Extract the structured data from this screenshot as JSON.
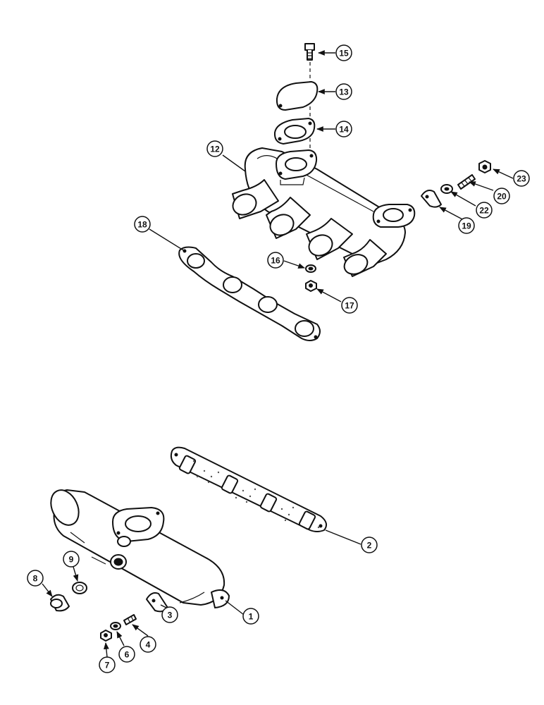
{
  "diagram": {
    "upper_assembly_callouts": [
      "15",
      "13",
      "14",
      "12",
      "23",
      "20",
      "22",
      "19",
      "18",
      "16",
      "17"
    ],
    "lower_assembly_callouts": [
      "2",
      "9",
      "8",
      "1",
      "3",
      "4",
      "6",
      "7"
    ]
  }
}
